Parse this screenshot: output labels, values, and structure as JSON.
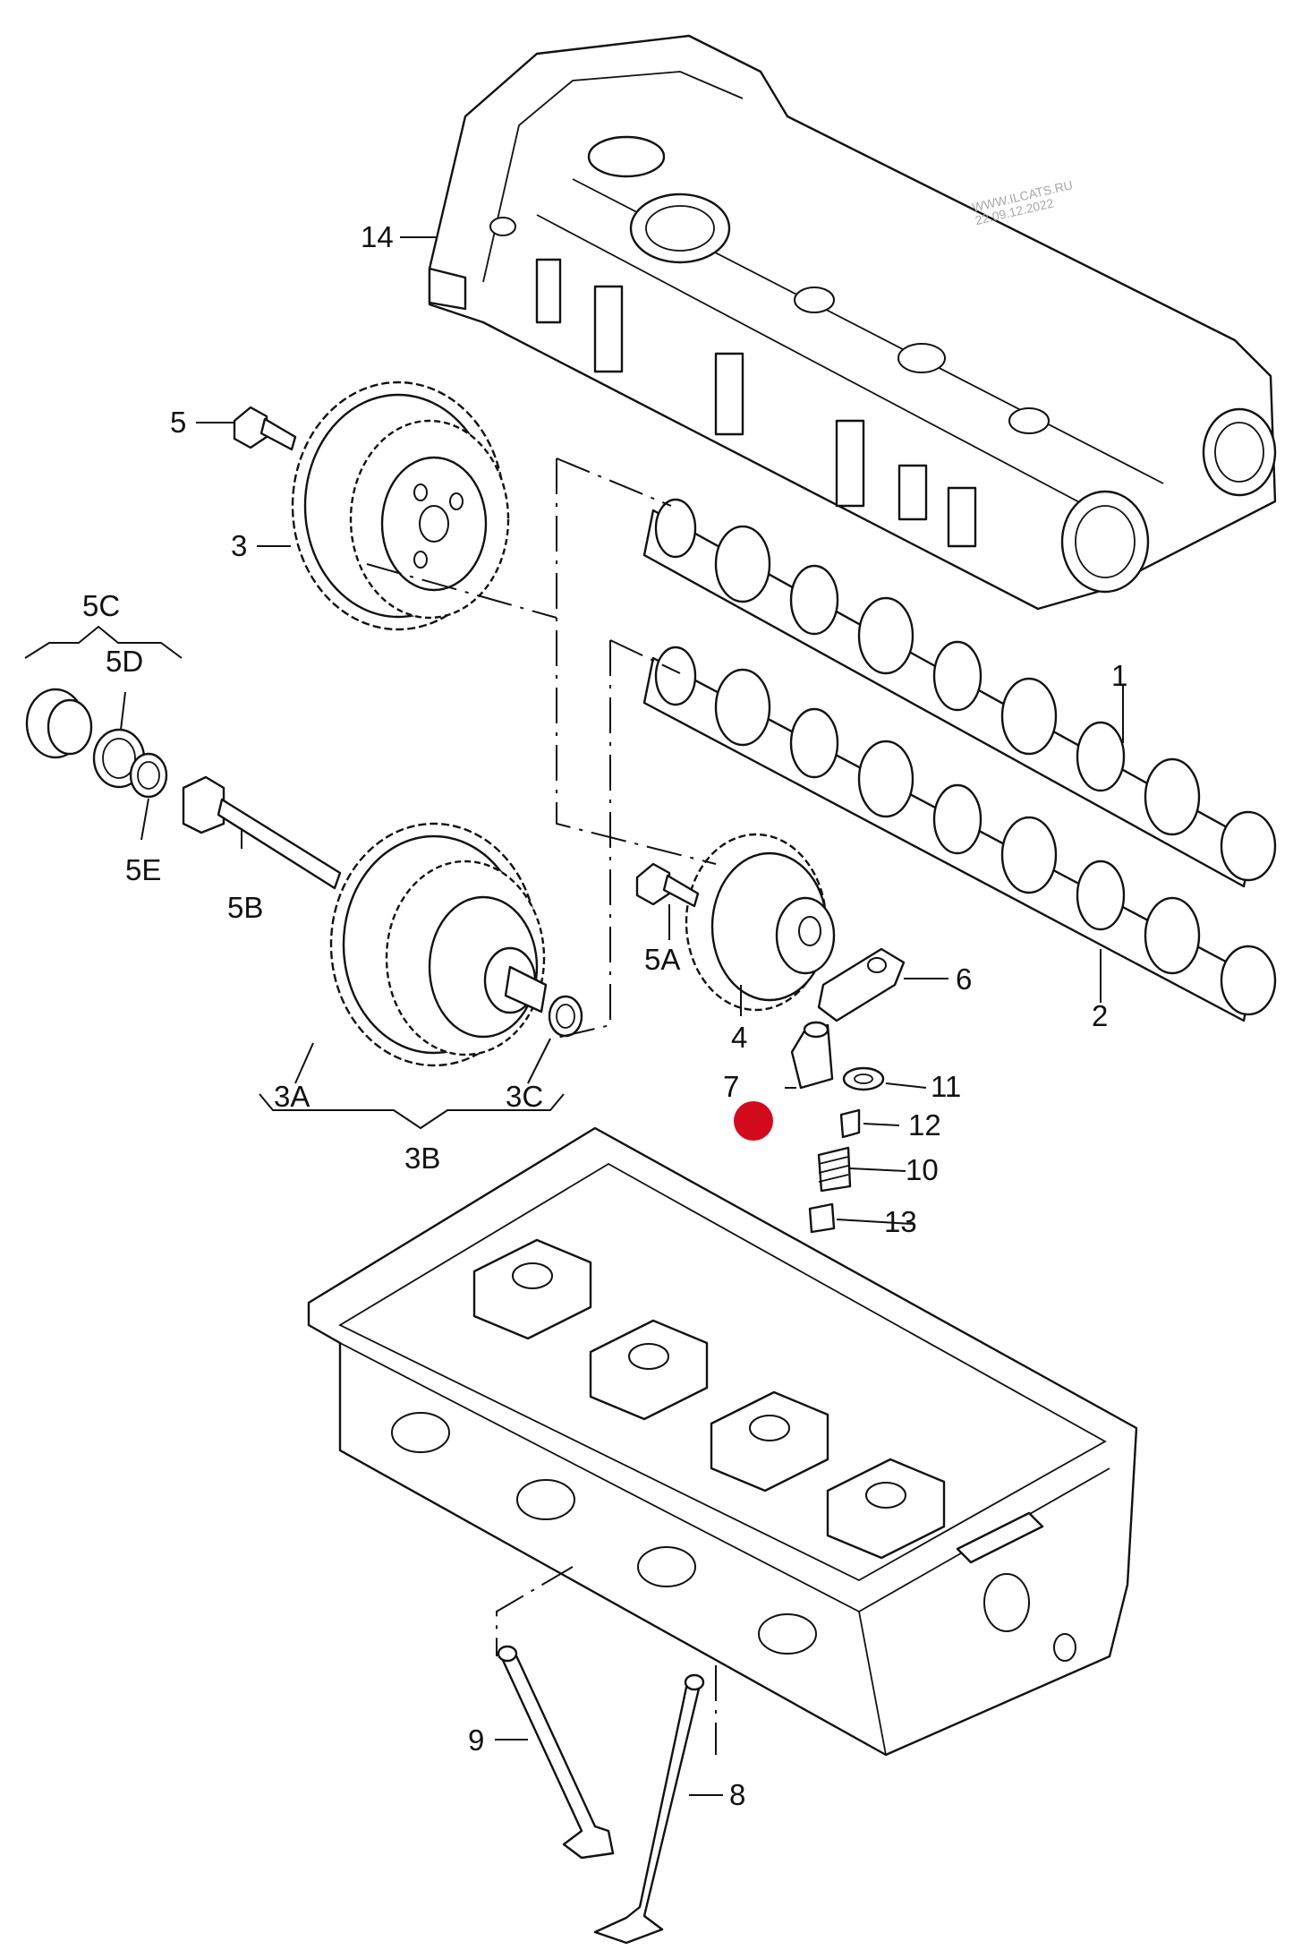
{
  "watermark": {
    "line1": "WWW.ILCATS.RU",
    "line2": "22.09.12.2022"
  },
  "labels": {
    "l14": "14",
    "l5": "5",
    "l3": "3",
    "l5C": "5C",
    "l5D": "5D",
    "l5E": "5E",
    "l5B": "5B",
    "l5A": "5A",
    "l1": "1",
    "l2": "2",
    "l6": "6",
    "l4": "4",
    "l7": "7",
    "l11": "11",
    "l12": "12",
    "l10": "10",
    "l13": "13",
    "l3A": "3A",
    "l3C": "3C",
    "l3B": "3B",
    "l9": "9",
    "l8": "8"
  },
  "marker": {
    "color": "#d20a1e",
    "near_label": "7"
  }
}
